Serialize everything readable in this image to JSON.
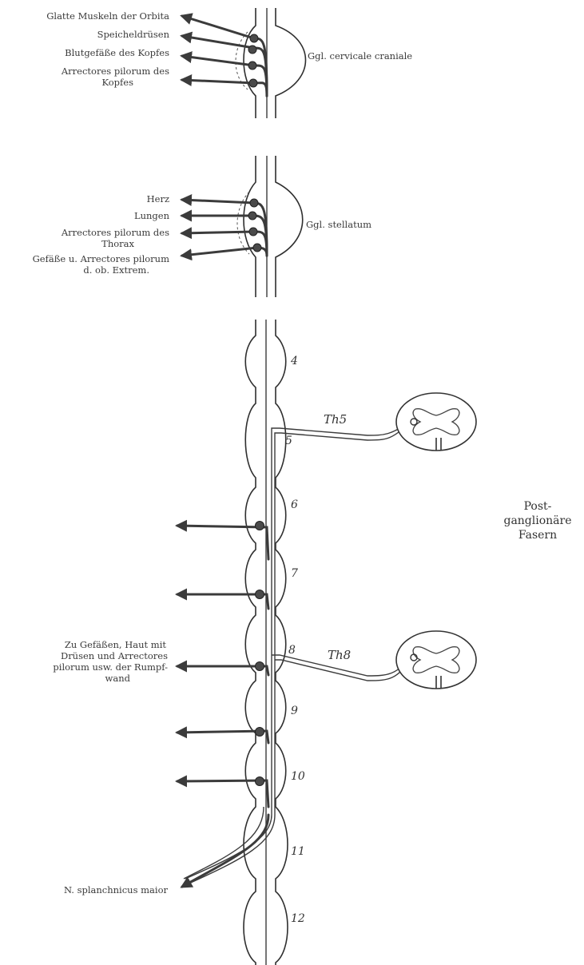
{
  "head_labels": [
    "Glatte Muskeln der Orbita",
    "Speicheldrüsen",
    "Blutgefäße des Kopfes",
    "Arrectores pilorum des",
    "Kopfes"
  ],
  "ganglion_cervical": "Ggl. cervicale craniale",
  "thorax_labels": [
    "Herz",
    "Lungen",
    "Arrectores pilorum des",
    "Thorax",
    "Gefäße u. Arrectores pilorum",
    "d. ob. Extrem."
  ],
  "ganglion_stellate": "Ggl. stellatum",
  "segment_numbers": [
    "4",
    "5",
    "6",
    "7",
    "8",
    "9",
    "10",
    "11",
    "12"
  ],
  "spinal_segments": [
    "Th5",
    "Th8"
  ],
  "postganglionic_label": [
    "Post-",
    "ganglionäre",
    "Fasern"
  ],
  "trunk_label": [
    "Zu Gefäßen, Haut mit",
    "Drüsen und Arrectores",
    "pilorum usw. der Rumpf-",
    "wand"
  ],
  "splanchnic_label": "N. splanchnicus maior"
}
